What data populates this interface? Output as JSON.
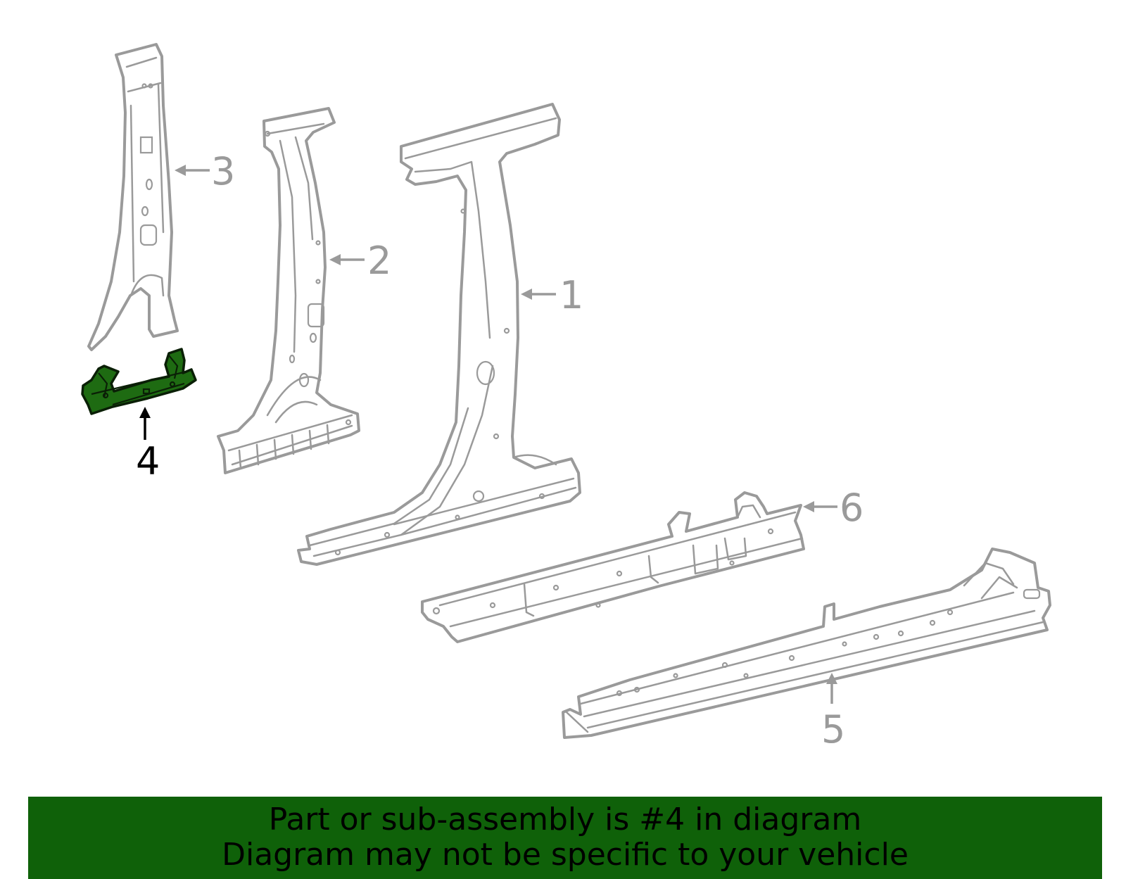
{
  "diagram": {
    "callouts": [
      {
        "number": "1",
        "highlighted": false
      },
      {
        "number": "2",
        "highlighted": false
      },
      {
        "number": "3",
        "highlighted": false
      },
      {
        "number": "4",
        "highlighted": true
      },
      {
        "number": "5",
        "highlighted": false
      },
      {
        "number": "6",
        "highlighted": false
      }
    ],
    "colors": {
      "part_outline": "#9a9a9a",
      "highlight_fill": "#1e6b12",
      "banner_background": "#0f6109",
      "banner_text": "#000000"
    }
  },
  "banner": {
    "line1": "Part or sub-assembly is #4 in diagram",
    "line2": "Diagram may not be specific to your vehicle"
  }
}
